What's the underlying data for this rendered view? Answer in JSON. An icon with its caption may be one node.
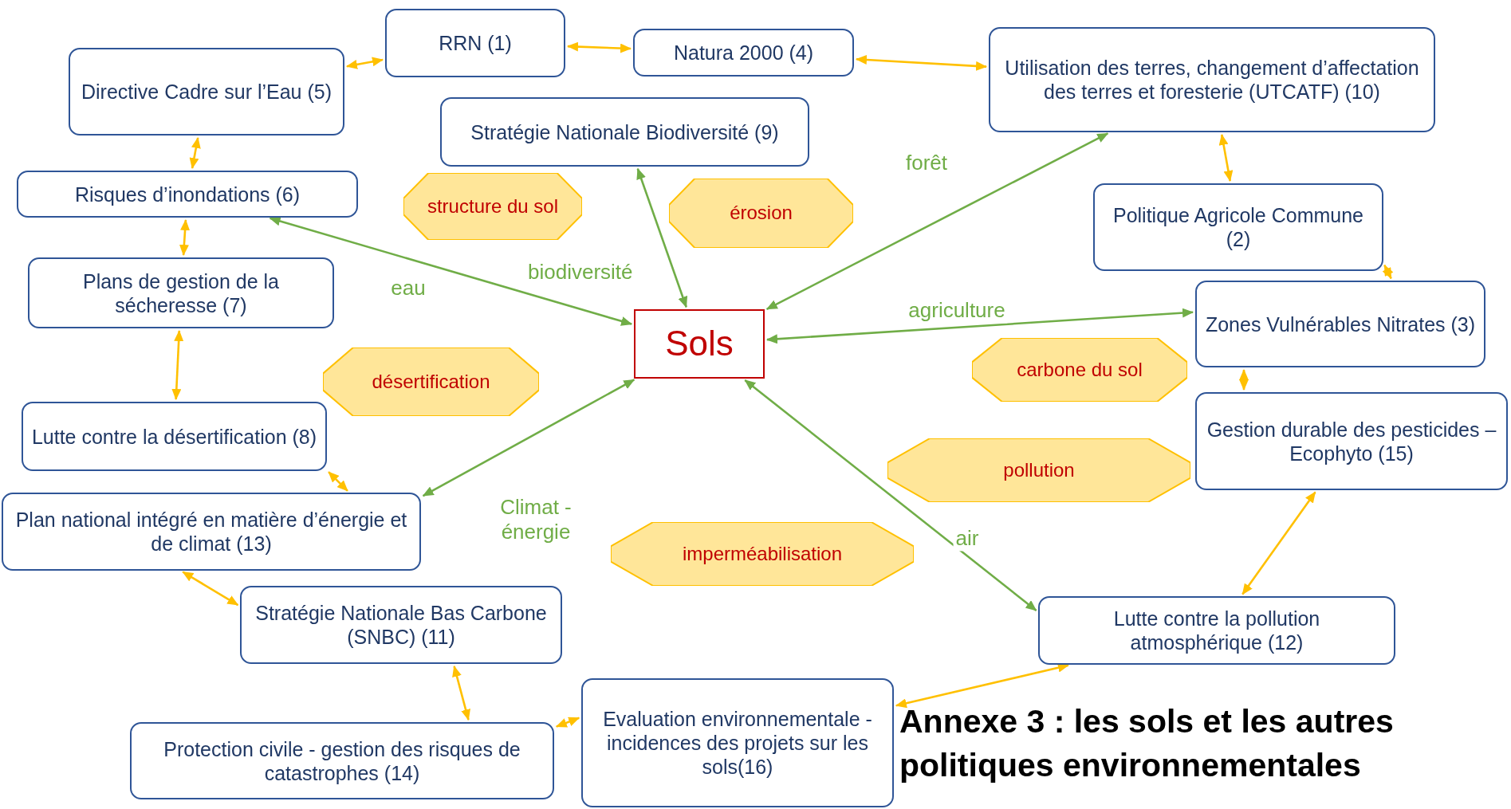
{
  "diagram": {
    "title": "Annexe 3 : les sols et les autres politiques environnementales",
    "nodes": [
      {
        "text": [
          "RRN (1)"
        ]
      },
      {
        "text": [
          "Natura 2000 (4)"
        ]
      },
      {
        "text": [
          "Directive Cadre sur l’Eau (5)"
        ]
      },
      {
        "text": [
          "Utilisation des terres, changement d’affectation des terres et foresterie (UTCATF) (10)"
        ]
      },
      {
        "text": [
          "Stratégie Nationale Biodiversité (9)"
        ]
      },
      {
        "text": [
          "Risques d’inondations (6)"
        ]
      },
      {
        "text": [
          "structure du sol"
        ]
      },
      {
        "text": [
          "érosion"
        ]
      },
      {
        "text": [
          "Politique Agricole Commune (2)"
        ]
      },
      {
        "text": [
          "Plans de gestion de la sécheresse (7)"
        ]
      },
      {
        "text": [
          "Sols"
        ]
      },
      {
        "text": [
          "Zones Vulnérables Nitrates (3)"
        ]
      },
      {
        "text": [
          "désertification"
        ]
      },
      {
        "text": [
          "carbone du sol"
        ]
      },
      {
        "text": [
          "Lutte contre la désertification (8)"
        ]
      },
      {
        "text": [
          "Gestion durable des pesticides – Ecophyto (15)"
        ]
      },
      {
        "text": [
          "pollution"
        ]
      },
      {
        "text": [
          "Plan national intégré en matière d’énergie et de climat (13)"
        ]
      },
      {
        "text": [
          "imperméabilisation"
        ]
      },
      {
        "text": [
          "Stratégie Nationale Bas Carbone (SNBC) (11)"
        ]
      },
      {
        "text": [
          "Lutte contre la pollution atmosphérique (12)"
        ]
      },
      {
        "text": [
          "Evaluation environnementale - incidences des projets sur les sols(16)"
        ]
      },
      {
        "text": [
          "Protection civile - gestion des risques de catastrophes (14)"
        ]
      }
    ],
    "edges": [
      {
        "from": 10,
        "to": 5,
        "arrow": "both",
        "label": "eau",
        "color": "#70ad47"
      },
      {
        "from": 10,
        "to": 4,
        "arrow": "both",
        "label": "biodiversité",
        "color": "#70ad47"
      },
      {
        "from": 10,
        "to": 3,
        "arrow": "both",
        "label": "forêt",
        "color": "#70ad47"
      },
      {
        "from": 10,
        "to": 11,
        "arrow": "both",
        "label": "agriculture",
        "color": "#70ad47"
      },
      {
        "from": 10,
        "to": 17,
        "arrow": "both",
        "label": "Climat - énergie",
        "color": "#70ad47"
      },
      {
        "from": 10,
        "to": 20,
        "arrow": "both",
        "label": "air",
        "color": "#70ad47"
      },
      {
        "from": 0,
        "to": 1,
        "arrow": "both"
      },
      {
        "from": 2,
        "to": 0,
        "arrow": "both"
      },
      {
        "from": 1,
        "to": 3,
        "arrow": "both"
      },
      {
        "from": 2,
        "to": 5,
        "arrow": "both"
      },
      {
        "from": 5,
        "to": 9,
        "arrow": "both"
      },
      {
        "from": 9,
        "to": 14,
        "arrow": "both"
      },
      {
        "from": 3,
        "to": 8,
        "arrow": "both"
      },
      {
        "from": 8,
        "to": 11,
        "arrow": "both"
      },
      {
        "from": 11,
        "to": 15,
        "arrow": "both"
      },
      {
        "from": 14,
        "to": 17,
        "arrow": "both"
      },
      {
        "from": 17,
        "to": 19,
        "arrow": "both"
      },
      {
        "from": 19,
        "to": 22,
        "arrow": "both"
      },
      {
        "from": 22,
        "to": 21,
        "arrow": "both"
      },
      {
        "from": 21,
        "to": 20,
        "arrow": "both"
      },
      {
        "from": 20,
        "to": 15,
        "arrow": "both"
      }
    ]
  }
}
